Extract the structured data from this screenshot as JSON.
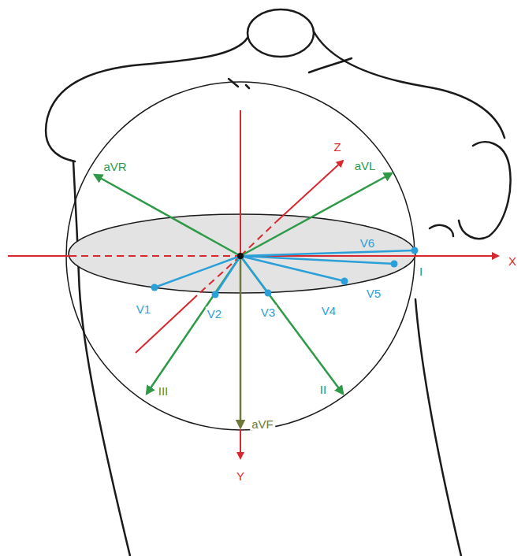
{
  "diagram": {
    "labels": [
      "aVR",
      "Z",
      "aVL",
      "V6",
      "X",
      "I",
      "V5",
      "V4",
      "V3",
      "V2",
      "V1",
      "III",
      "aVF",
      "II",
      "Y"
    ]
  }
}
